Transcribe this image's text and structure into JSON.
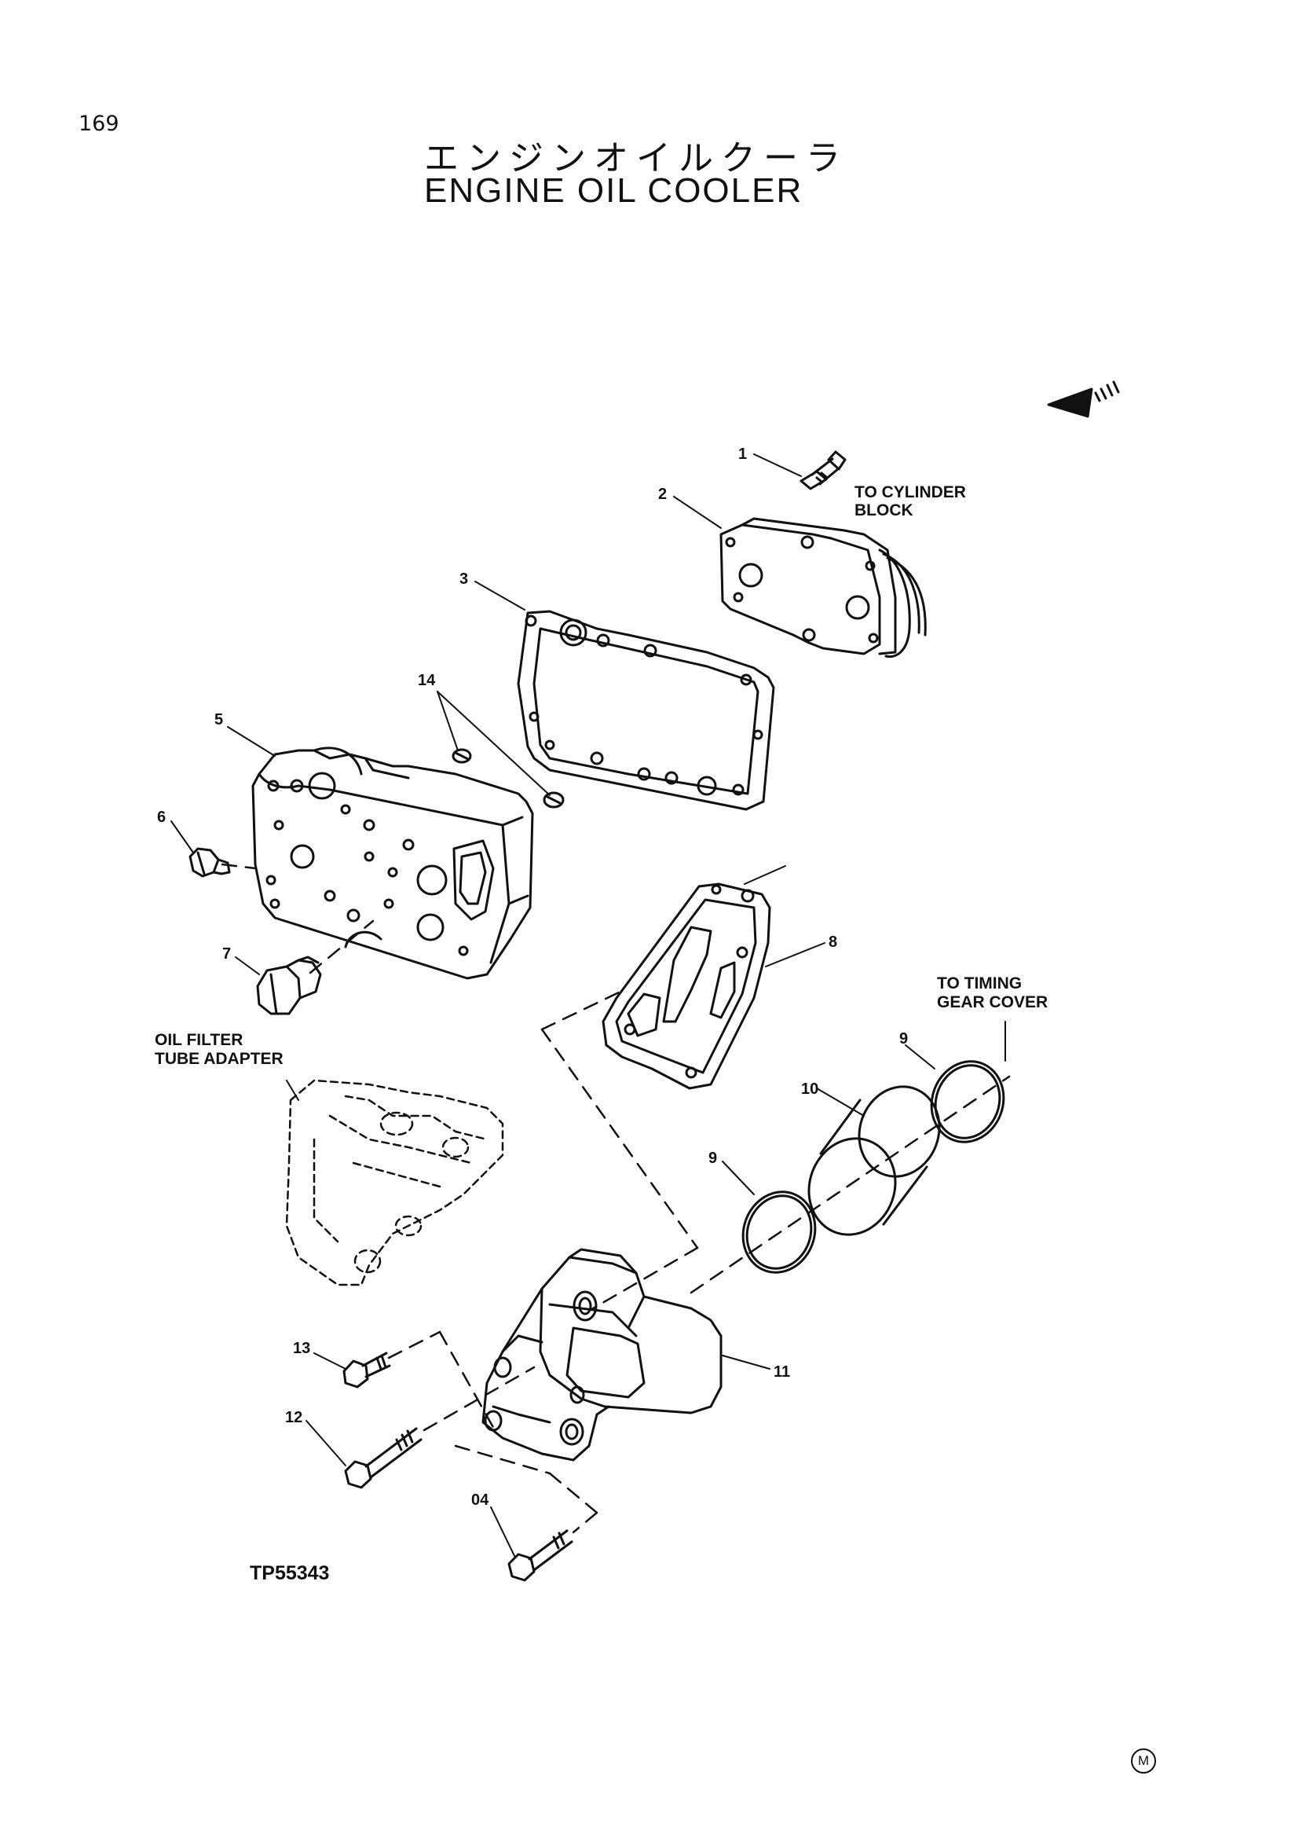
{
  "page_number": "169",
  "title_jp": "エンジンオイルクーラ",
  "title_en": "ENGINE  OIL  COOLER",
  "drawing_number": "TP55343",
  "corner_marker": "M",
  "notes": {
    "to_cylinder_block_1": "TO CYLINDER",
    "to_cylinder_block_2": "BLOCK",
    "to_timing_gear_cover_1": "TO TIMING",
    "to_timing_gear_cover_2": "GEAR COVER",
    "oil_filter_tube_adapter_1": "OIL FILTER",
    "oil_filter_tube_adapter_2": "TUBE ADAPTER"
  },
  "callouts": {
    "c1": "1",
    "c2": "2",
    "c3": "3",
    "c4": "04",
    "c5": "5",
    "c6": "6",
    "c7": "7",
    "c8": "8",
    "c9a": "9",
    "c9b": "9",
    "c10": "10",
    "c11": "11",
    "c12": "12",
    "c13": "13",
    "c14": "14"
  }
}
